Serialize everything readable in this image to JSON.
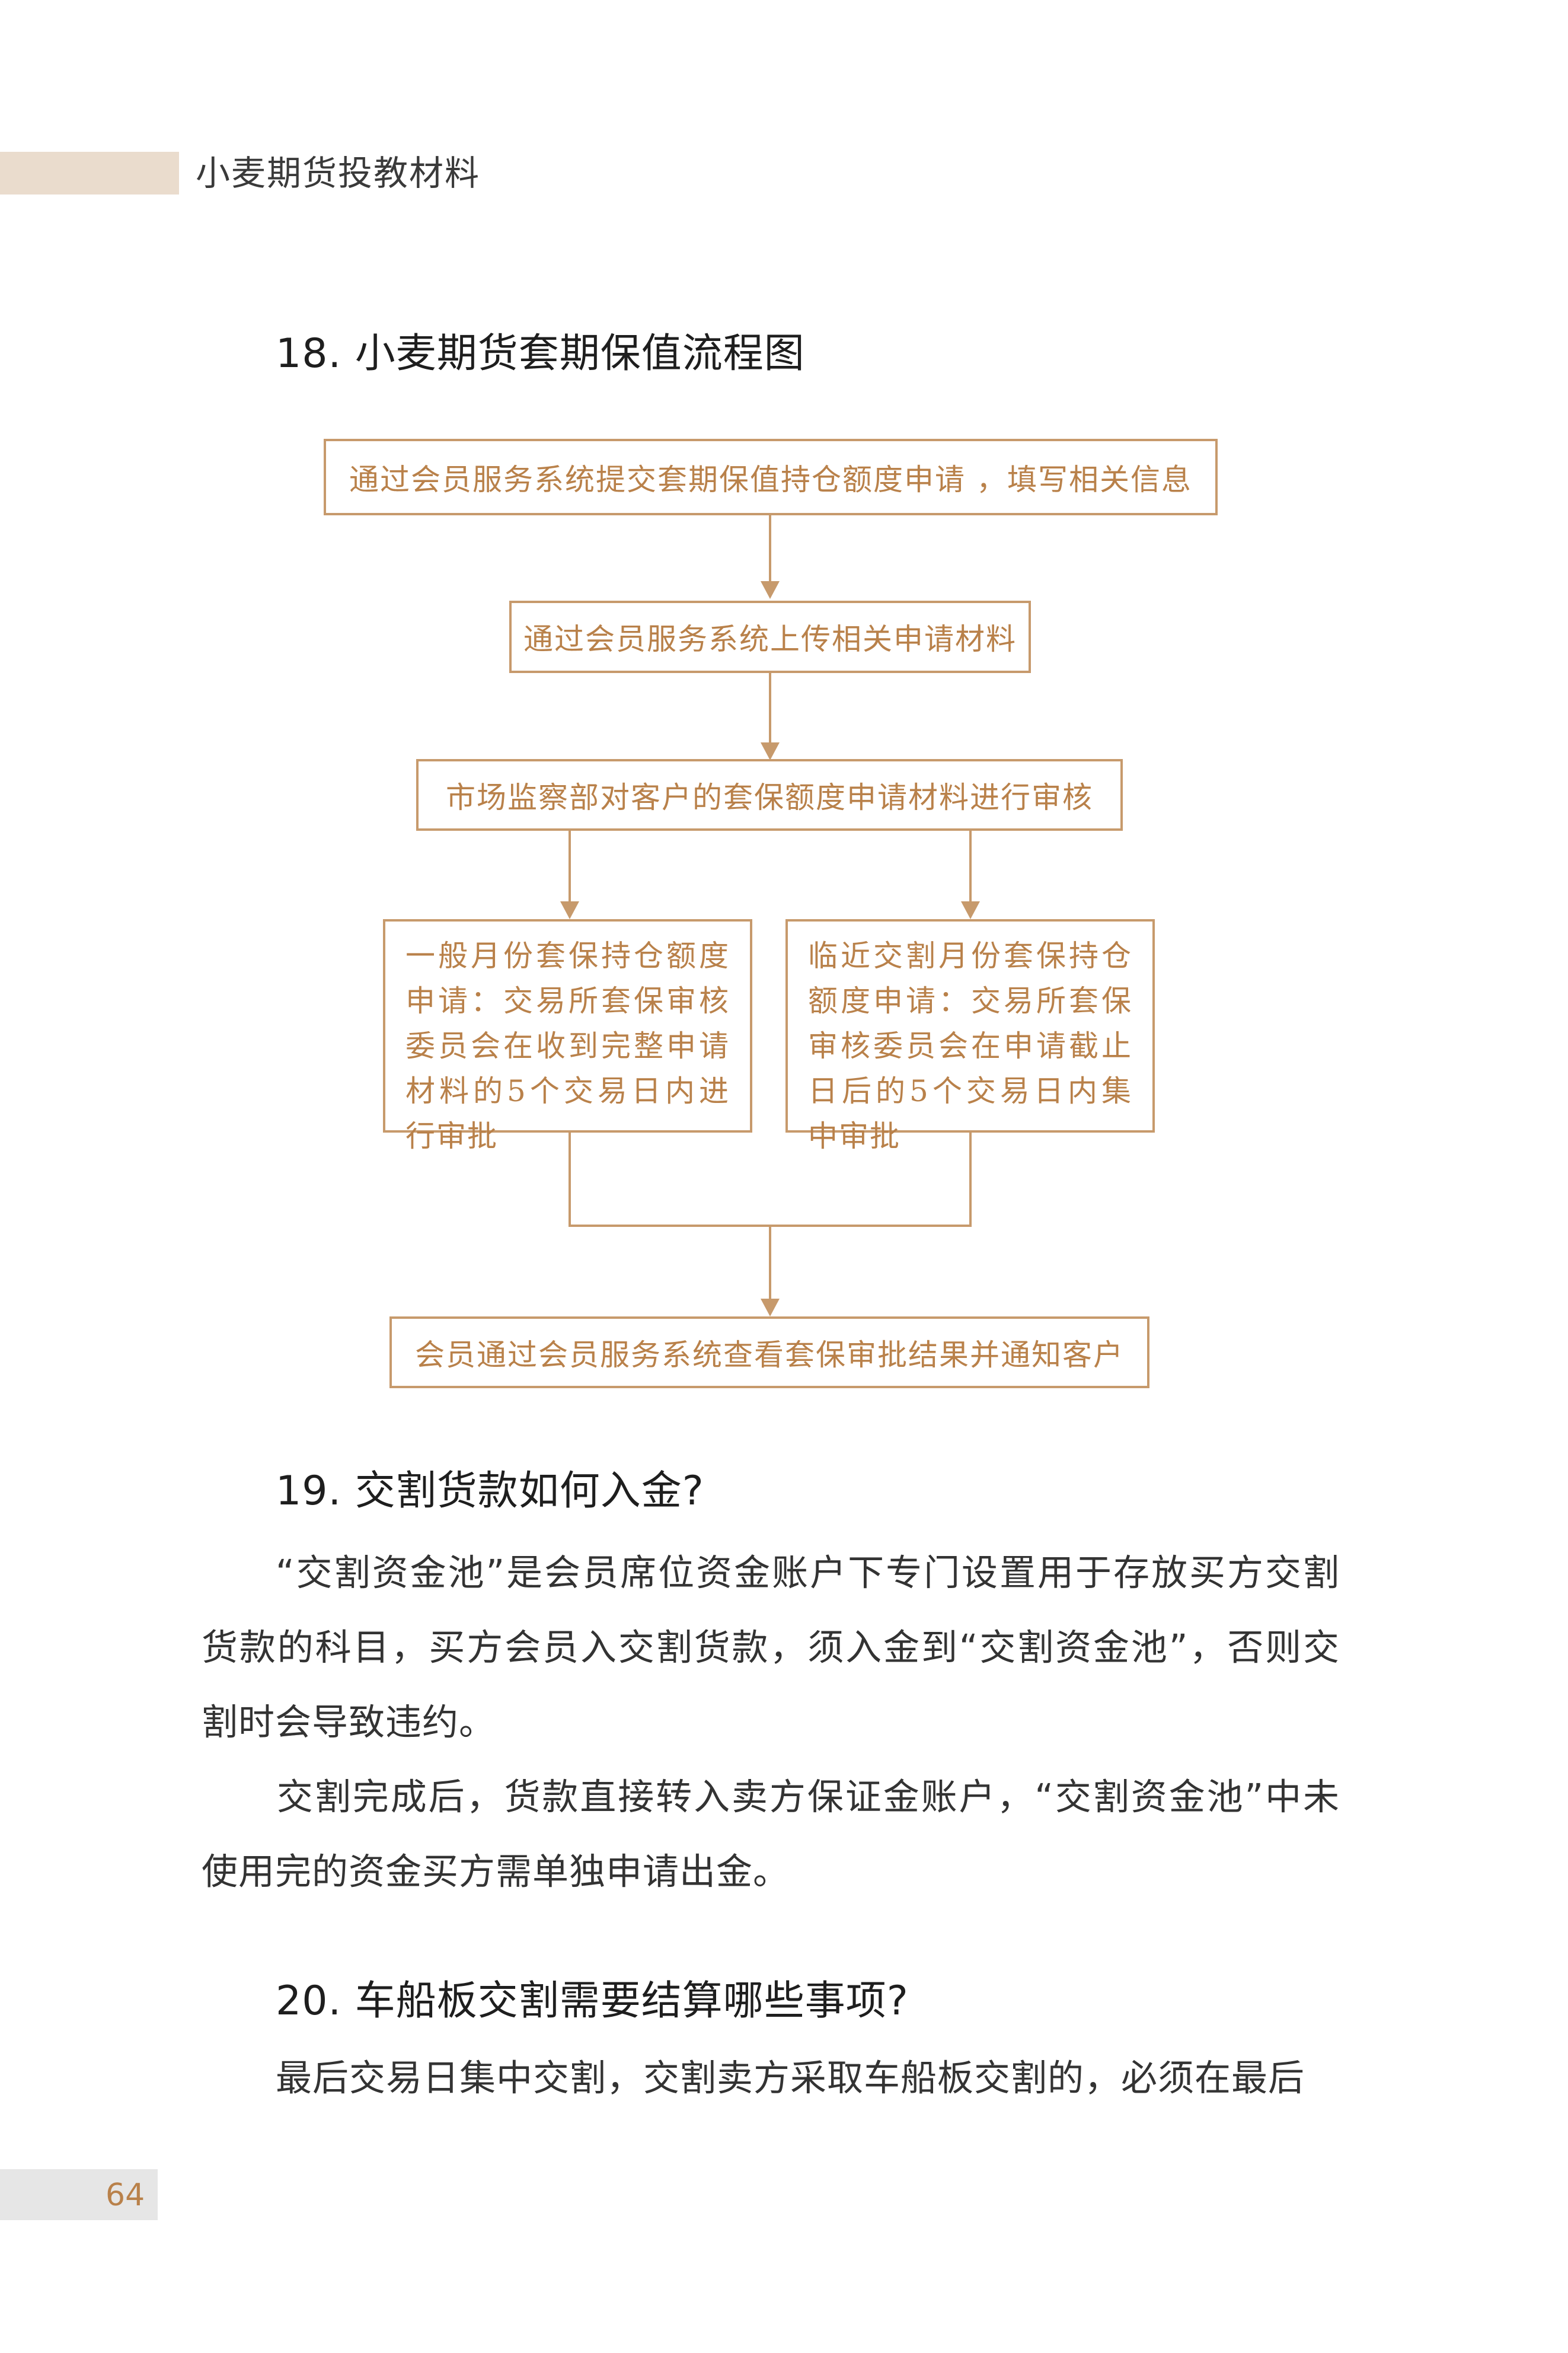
{
  "header": {
    "title": "小麦期货投教材料"
  },
  "section18": {
    "heading": "18. 小麦期货套期保值流程图",
    "flowchart": {
      "step1": "通过会员服务系统提交套期保值持仓额度申请 ，填写相关信息",
      "step2": "通过会员服务系统上传相关申请材料",
      "step3": "市场监察部对客户的套保额度申请材料进行审核",
      "branch_left": "一般月份套保持仓额度申请：交易所套保审核委员会在收到完整申请材料的5个交易日内进行审批",
      "branch_right": "临近交割月份套保持仓额度申请：交易所套保审核委员会在申请截止日后的5个交易日内集中审批",
      "step_final": "会员通过会员服务系统查看套保审批结果并通知客户"
    }
  },
  "section19": {
    "heading": "19. 交割货款如何入金?",
    "para1": "“交割资金池”是会员席位资金账户下专门设置用于存放买方交割货款的科目，买方会员入交割货款，须入金到“交割资金池”，否则交割时会导致违约。",
    "para2": "交割完成后，货款直接转入卖方保证金账户，“交割资金池”中未使用完的资金买方需单独申请出金。"
  },
  "section20": {
    "heading": "20. 车船板交割需要结算哪些事项?",
    "para1": "最后交易日集中交割，交割卖方采取车船板交割的，必须在最后"
  },
  "footer": {
    "page_number": "64"
  },
  "colors": {
    "accent": "#c79a6c",
    "flow_text": "#b9814a",
    "header_bar": "#eadccd",
    "page_bar": "#e6e6e6"
  }
}
